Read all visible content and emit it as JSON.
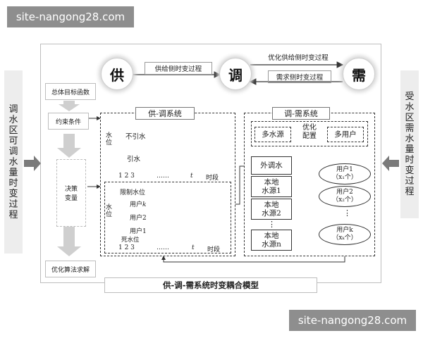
{
  "watermark": "site-nangong28.com",
  "left_side": "调水区可调水量时变过程",
  "right_side": "受水区需水量时变过程",
  "nodes": {
    "supply": "供",
    "regulate": "调",
    "demand": "需"
  },
  "flows": {
    "supply_to_regulate": "供给侧时变过程",
    "regulate_to_demand": "优化供给侧时变过程",
    "demand_to_regulate": "需求侧时变过程"
  },
  "left_column": {
    "objective": "总体目标函数",
    "constraints": "约束条件",
    "decision": "决策\n变量",
    "solve": "优化算法求解"
  },
  "supply_system": {
    "title": "供-调系统",
    "chart1": {
      "ylabel": "水位",
      "line_no_divert": "不引水",
      "line_divert": "引水",
      "ticks": "1 2 3",
      "dots": "……",
      "t": "t",
      "xlabel": "时段"
    },
    "chart2": {
      "ylabel": "水位",
      "limit": "限制水位",
      "user_k": "用户",
      "user_k_var": "k",
      "user2": "用户2",
      "user1": "用户1",
      "dead": "死水位",
      "ticks": "1 2 3",
      "dots": "……",
      "t": "t",
      "xlabel": "时段"
    }
  },
  "demand_system": {
    "title": "调-需系统",
    "multi_source": "多水源",
    "optimize": "优化\n配置",
    "multi_user": "多用户",
    "sources": [
      "外调水",
      "本地\n水源1",
      "本地\n水源2",
      "本地\n水源n"
    ],
    "vdots": "⋮",
    "users": [
      {
        "name": "用户1",
        "count": "（x₁个）"
      },
      {
        "name": "用户2",
        "count": "（x₂个）"
      },
      {
        "name": "用户k",
        "count": "（xₖ个）"
      }
    ]
  },
  "caption": "供-调-需系统时变耦合模型"
}
